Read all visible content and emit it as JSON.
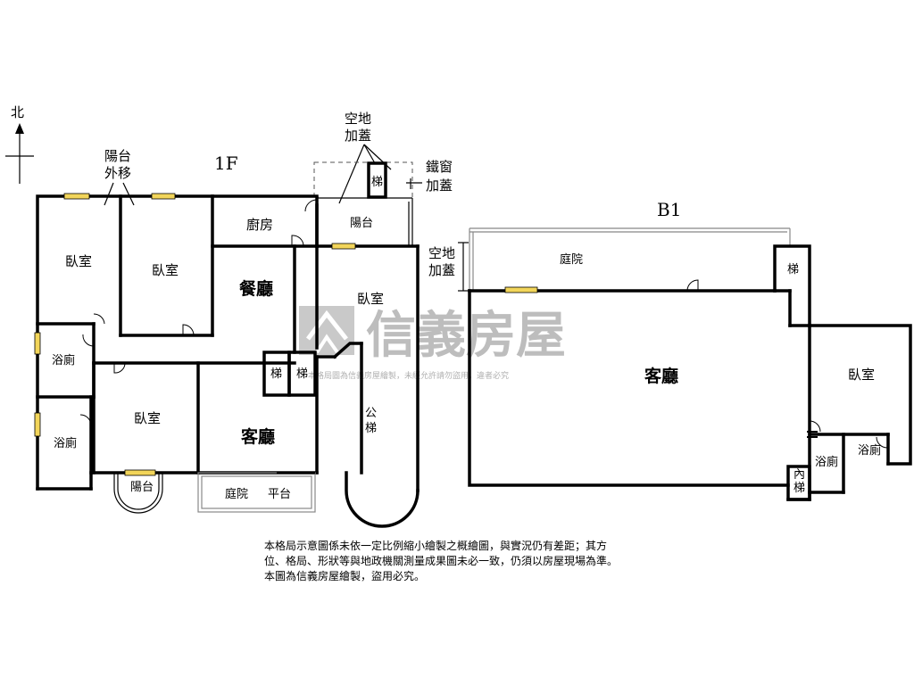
{
  "compass": {
    "north": "北"
  },
  "floor1": {
    "title": "1F",
    "annotations": {
      "balcony_moved_l1": "陽台",
      "balcony_moved_l2": "外移",
      "open_space_roof_l1": "空地",
      "open_space_roof_l2": "加蓋",
      "iron_window_roof_l1": "鐵窗",
      "iron_window_roof_l2": "加蓋"
    },
    "rooms": {
      "bedroom_a": "臥室",
      "bedroom_b": "臥室",
      "kitchen": "廚房",
      "dining": "餐廳",
      "bedroom_c": "臥室",
      "bath_a": "浴廁",
      "bath_b": "浴廁",
      "bedroom_d": "臥室",
      "stairs_a": "梯",
      "stairs_b": "梯",
      "living": "客廳",
      "public_stairs_l1": "公",
      "public_stairs_l2": "梯",
      "balcony_top": "陽台",
      "stairs_top": "梯",
      "balcony_bottom": "陽台",
      "courtyard": "庭院",
      "platform": "平台"
    }
  },
  "floorB1": {
    "title": "B1",
    "annotations": {
      "open_space_roof_l1": "空地",
      "open_space_roof_l2": "加蓋"
    },
    "rooms": {
      "courtyard": "庭院",
      "stairs": "梯",
      "living": "客廳",
      "bedroom": "臥室",
      "bath_a": "浴廁",
      "bath_b": "浴廁",
      "inner_stairs_l1": "內",
      "inner_stairs_l2": "梯"
    }
  },
  "watermark": {
    "brand": "信義房屋",
    "notice": "本格局圖為信義房屋繪製，未經允許請勿盜用，違者必究"
  },
  "disclaimer": {
    "line1": "本格局示意圖係未依一定比例縮小繪製之概繪圖，與實況仍有差距；其方",
    "line2": "位、格局、形狀等與地政機關測量成果圖未必一致，仍須以房屋現場為準。",
    "line3": "本圖為信義房屋繪製，盜用必究。"
  }
}
